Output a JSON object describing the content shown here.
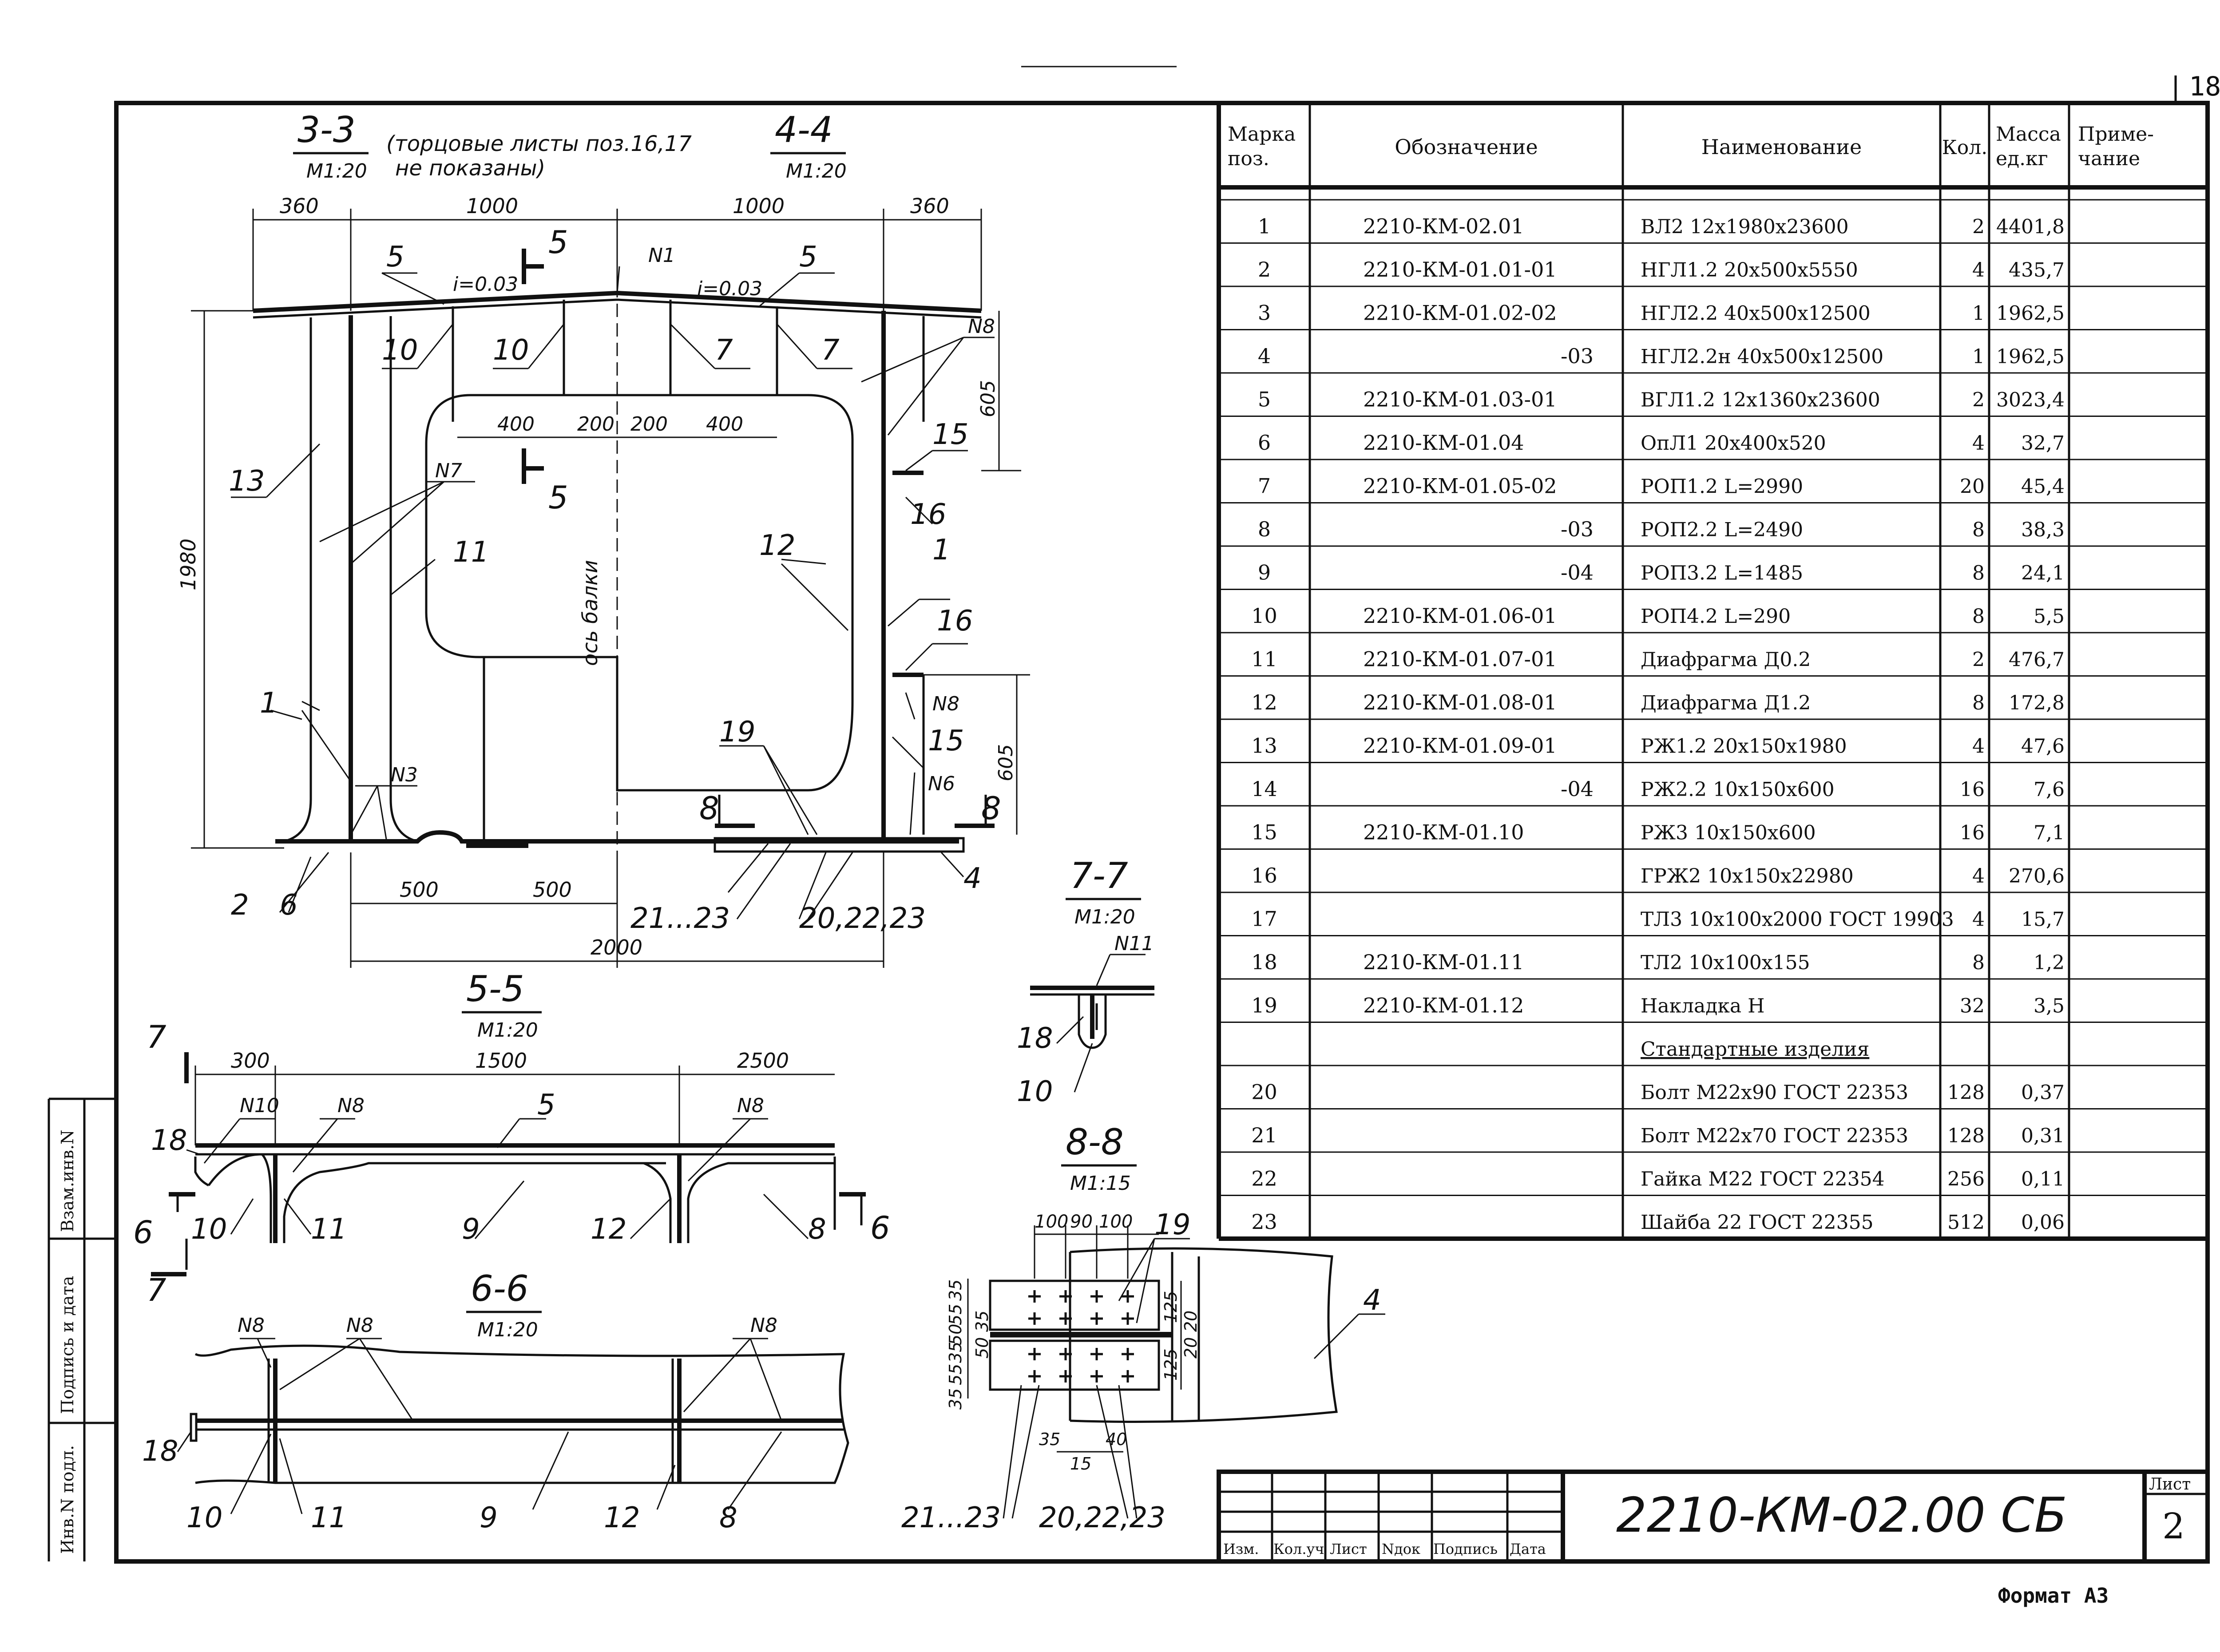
{
  "sheet_number": "18",
  "format_label": "Формат А3",
  "title_block": {
    "code": "2210-КМ-02.00 СБ",
    "sheet_label": "Лист",
    "sheet_no": "2",
    "cols": [
      "Изм.",
      "Кол.уч",
      "Лист",
      "Nдок",
      "Подпись",
      "Дата"
    ]
  },
  "side_stamp": [
    "Инв.N подл.",
    "Подпись и дата",
    "Взам.инв.N"
  ],
  "spec_table": {
    "headers": [
      "Марка поз.",
      "Обозначение",
      "Наименование",
      "Кол.",
      "Масса ед.кг",
      "Приме- чание"
    ],
    "rows": [
      {
        "pos": "1",
        "des": "2210-КМ-02.01",
        "name": "ВЛ2 12x1980x23600",
        "qty": "2",
        "mass": "4401,8"
      },
      {
        "pos": "2",
        "des": "2210-КМ-01.01-01",
        "name": "НГЛ1.2 20x500x5550",
        "qty": "4",
        "mass": "435,7"
      },
      {
        "pos": "3",
        "des": "2210-КМ-01.02-02",
        "name": "НГЛ2.2 40x500x12500",
        "qty": "1",
        "mass": "1962,5"
      },
      {
        "pos": "4",
        "des": "-03",
        "name": "НГЛ2.2н 40x500x12500",
        "qty": "1",
        "mass": "1962,5"
      },
      {
        "pos": "5",
        "des": "2210-КМ-01.03-01",
        "name": "ВГЛ1.2 12x1360x23600",
        "qty": "2",
        "mass": "3023,4"
      },
      {
        "pos": "6",
        "des": "2210-КМ-01.04",
        "name": "ОпЛ1 20x400x520",
        "qty": "4",
        "mass": "32,7"
      },
      {
        "pos": "7",
        "des": "2210-КМ-01.05-02",
        "name": "РОП1.2 L=2990",
        "qty": "20",
        "mass": "45,4"
      },
      {
        "pos": "8",
        "des": "-03",
        "name": "РОП2.2 L=2490",
        "qty": "8",
        "mass": "38,3"
      },
      {
        "pos": "9",
        "des": "-04",
        "name": "РОП3.2 L=1485",
        "qty": "8",
        "mass": "24,1"
      },
      {
        "pos": "10",
        "des": "2210-КМ-01.06-01",
        "name": "РОП4.2 L=290",
        "qty": "8",
        "mass": "5,5"
      },
      {
        "pos": "11",
        "des": "2210-КМ-01.07-01",
        "name": "Диафрагма Д0.2",
        "qty": "2",
        "mass": "476,7"
      },
      {
        "pos": "12",
        "des": "2210-КМ-01.08-01",
        "name": "Диафрагма Д1.2",
        "qty": "8",
        "mass": "172,8"
      },
      {
        "pos": "13",
        "des": "2210-КМ-01.09-01",
        "name": "РЖ1.2 20x150x1980",
        "qty": "4",
        "mass": "47,6"
      },
      {
        "pos": "14",
        "des": "-04",
        "name": "РЖ2.2 10x150x600",
        "qty": "16",
        "mass": "7,6"
      },
      {
        "pos": "15",
        "des": "2210-КМ-01.10",
        "name": "РЖ3 10x150x600",
        "qty": "16",
        "mass": "7,1"
      },
      {
        "pos": "16",
        "des": "",
        "name": "ГРЖ2 10x150x22980",
        "qty": "4",
        "mass": "270,6"
      },
      {
        "pos": "17",
        "des": "",
        "name": "ТЛ3 10x100x2000 ГОСТ 19903",
        "qty": "4",
        "mass": "15,7"
      },
      {
        "pos": "18",
        "des": "2210-КМ-01.11",
        "name": "ТЛ2 10x100x155",
        "qty": "8",
        "mass": "1,2"
      },
      {
        "pos": "19",
        "des": "2210-КМ-01.12",
        "name": "Накладка Н",
        "qty": "32",
        "mass": "3,5"
      },
      {
        "pos": "",
        "des": "",
        "name": "Стандартные изделия",
        "qty": "",
        "mass": ""
      },
      {
        "pos": "20",
        "des": "",
        "name": "Болт М22x90 ГОСТ 22353",
        "qty": "128",
        "mass": "0,37"
      },
      {
        "pos": "21",
        "des": "",
        "name": "Болт М22x70 ГОСТ 22353",
        "qty": "128",
        "mass": "0,31"
      },
      {
        "pos": "22",
        "des": "",
        "name": "Гайка М22 ГОСТ 22354",
        "qty": "256",
        "mass": "0,11"
      },
      {
        "pos": "23",
        "des": "",
        "name": "Шайба 22 ГОСТ 22355",
        "qty": "512",
        "mass": "0,06"
      }
    ]
  },
  "views": {
    "s33": {
      "title": "3-3",
      "scale": "М1:20",
      "note1": "(торцовые листы поз.16,17",
      "note2": "не показаны)",
      "dims_top": [
        "360",
        "1000",
        "1000",
        "360"
      ],
      "dim_height": "1980",
      "dim_605a": "605",
      "dim_605b": "605",
      "dims_mid": [
        "400",
        "200",
        "200",
        "400"
      ],
      "dims_bottom": [
        "500",
        "500"
      ],
      "dim_total": "2000",
      "slope1": "i=0.03",
      "slope2": "i=0.03",
      "axis": "ось балки",
      "labels": {
        "n1": "N1",
        "n3": "N3",
        "n6": "N6",
        "n7": "N7",
        "n8a": "N8",
        "n8b": "N8",
        "p5a": "5",
        "p5b": "5",
        "p10a": "10",
        "p10b": "10",
        "p7a": "7",
        "p7b": "7",
        "p13": "13",
        "p11": "11",
        "p12": "12",
        "p1a": "1",
        "p1b": "1",
        "p15a": "15",
        "p15b": "15",
        "p16a": "16",
        "p16b": "16",
        "p19": "19",
        "p2": "2",
        "p6": "6",
        "p4": "4",
        "p2123": "21...23",
        "p202223": "20,22,23",
        "cut5": "5",
        "cut8": "8"
      }
    },
    "s44": {
      "title": "4-4",
      "scale": "М1:20"
    },
    "s55": {
      "title": "5-5",
      "scale": "М1:20",
      "dims": [
        "300",
        "1500",
        "2500"
      ],
      "labels": {
        "n10": "N10",
        "n8a": "N8",
        "n8b": "N8",
        "p5": "5",
        "p18": "18",
        "p10": "10",
        "p11": "11",
        "p9": "9",
        "p12": "12",
        "p8": "8",
        "cut6": "6",
        "cut7": "7"
      }
    },
    "s66": {
      "title": "6-6",
      "scale": "М1:20",
      "labels": {
        "n8a": "N8",
        "n8b": "N8",
        "n8c": "N8",
        "p18": "18",
        "p10": "10",
        "p11": "11",
        "p9": "9",
        "p12": "12",
        "p8": "8"
      }
    },
    "s77": {
      "title": "7-7",
      "scale": "М1:20",
      "labels": {
        "n11": "N11",
        "p18": "18",
        "p10": "10"
      }
    },
    "s88": {
      "title": "8-8",
      "scale": "М1:15",
      "dims_top": [
        "100",
        "90",
        "100"
      ],
      "dims_left": [
        "35",
        "55",
        "50",
        "35",
        "35",
        "50",
        "55",
        "35"
      ],
      "dims_right": [
        "125",
        "125"
      ],
      "dims_right2": [
        "20",
        "20"
      ],
      "dims_bottom": [
        "35",
        "15",
        "40"
      ],
      "labels": {
        "p19": "19",
        "p4": "4",
        "p2123": "21...23",
        "p202223": "20,22,23"
      }
    }
  }
}
